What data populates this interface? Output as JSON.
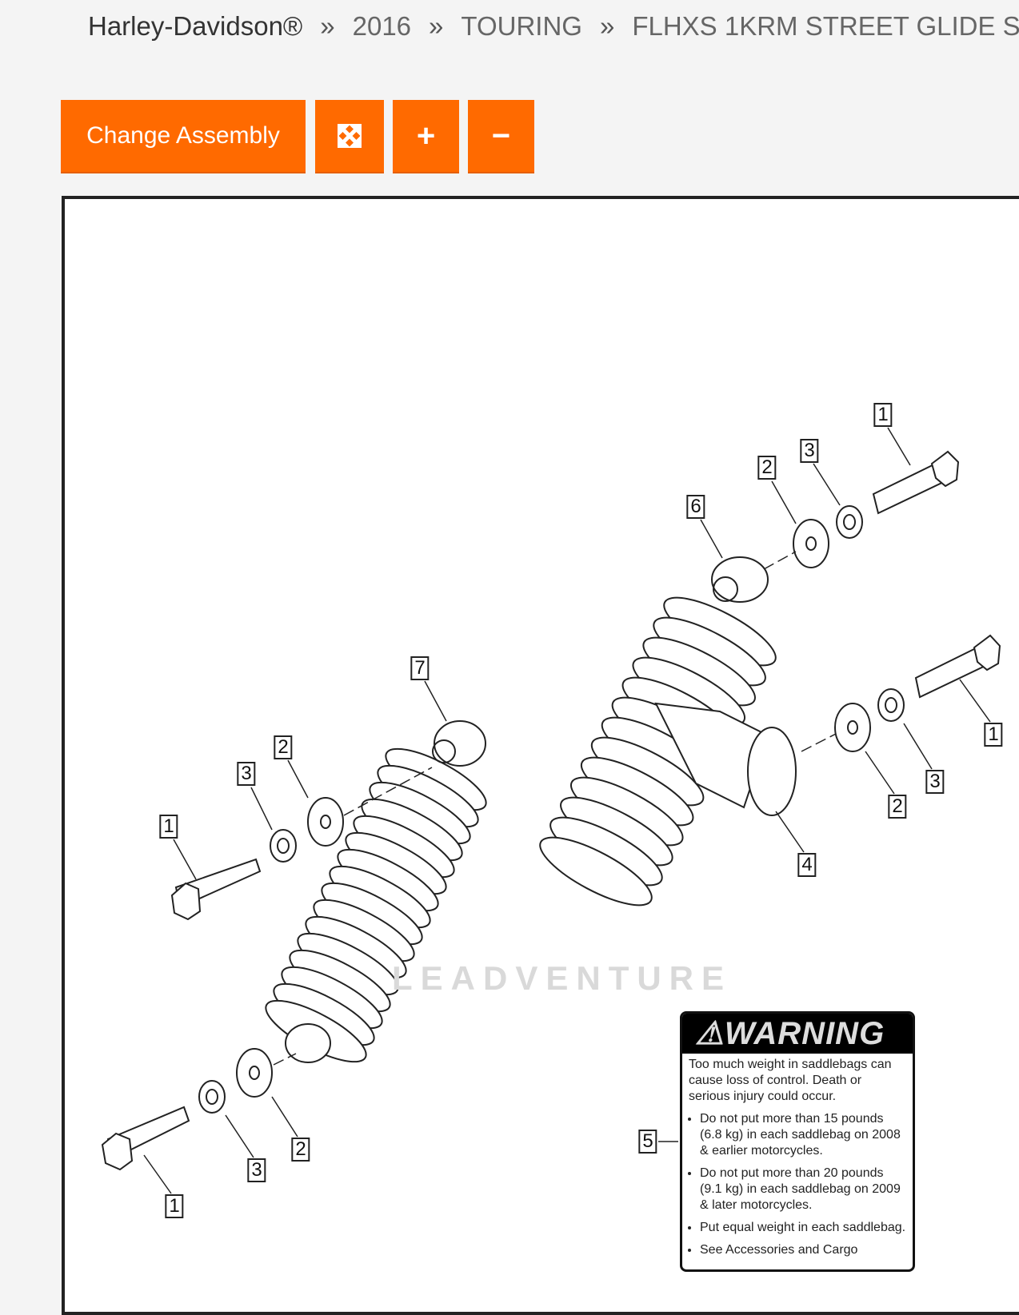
{
  "breadcrumb": {
    "items": [
      "Harley-Davidson®",
      "2016",
      "TOURING",
      "FLHXS 1KRM STREET GLIDE S"
    ],
    "separator": "»"
  },
  "toolbar": {
    "change_assembly_label": "Change Assembly",
    "fullscreen_icon": "expand-arrows-icon",
    "zoom_in_label": "+",
    "zoom_out_label": "−"
  },
  "colors": {
    "accent": "#ff6a00",
    "background": "#f4f4f4"
  },
  "diagram": {
    "watermark": "LEADVENTURE",
    "callouts": [
      "1",
      "3",
      "2",
      "6",
      "7",
      "2",
      "3",
      "1",
      "1",
      "3",
      "2",
      "4",
      "5",
      "2",
      "3",
      "1"
    ],
    "warning": {
      "title": "⚠WARNING",
      "intro": "Too much weight in saddlebags can cause loss of control. Death or serious injury could occur.",
      "bullets": [
        "Do not put more than 15 pounds (6.8 kg) in each saddlebag on 2008 & earlier motorcycles.",
        "Do not put more than 20 pounds (9.1 kg) in each saddlebag on 2009 & later motorcycles.",
        "Put equal weight in each saddlebag.",
        "See Accessories and Cargo"
      ]
    }
  }
}
